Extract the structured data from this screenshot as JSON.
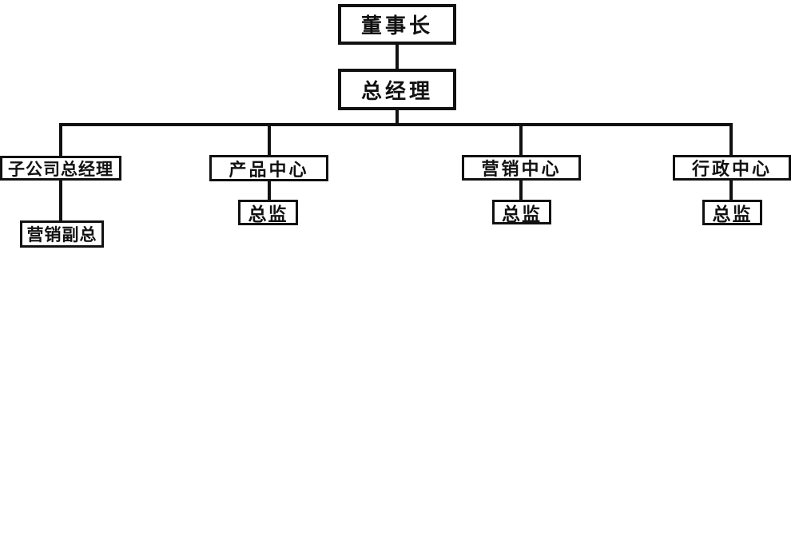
{
  "diagram": {
    "type": "org-chart",
    "background_color": "#ffffff",
    "line_color": "#111111",
    "box_border_color": "#111111",
    "box_fill_color": "#ffffff",
    "text_color": "#111111",
    "nodes": {
      "chairman": {
        "label": "董事长",
        "level": 1
      },
      "gm": {
        "label": "总经理",
        "level": 2
      },
      "subsidiary_gm": {
        "label": "子公司总经理",
        "level": 3
      },
      "product_center": {
        "label": "产品中心",
        "level": 3
      },
      "marketing_center": {
        "label": "营销中心",
        "level": 3
      },
      "admin_center": {
        "label": "行政中心",
        "level": 3
      },
      "marketing_vp": {
        "label": "营销副总",
        "level": 4
      },
      "dir_product": {
        "label": "总监",
        "level": 4
      },
      "dir_marketing": {
        "label": "总监",
        "level": 4
      },
      "dir_admin": {
        "label": "总监",
        "level": 4
      }
    },
    "edges": [
      {
        "from": "chairman",
        "to": "gm"
      },
      {
        "from": "gm",
        "to": "subsidiary_gm"
      },
      {
        "from": "gm",
        "to": "product_center"
      },
      {
        "from": "gm",
        "to": "marketing_center"
      },
      {
        "from": "gm",
        "to": "admin_center"
      },
      {
        "from": "subsidiary_gm",
        "to": "marketing_vp"
      },
      {
        "from": "product_center",
        "to": "dir_product"
      },
      {
        "from": "marketing_center",
        "to": "dir_marketing"
      },
      {
        "from": "admin_center",
        "to": "dir_admin"
      }
    ]
  }
}
